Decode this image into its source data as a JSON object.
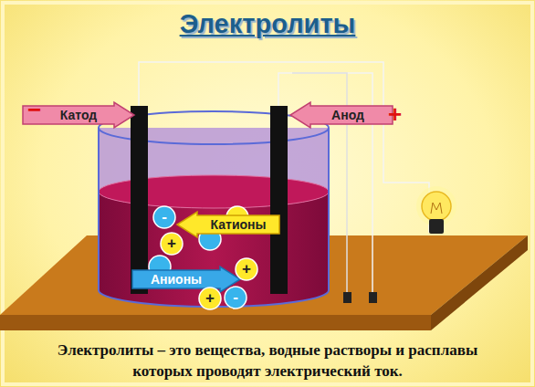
{
  "diagram": {
    "title": "Электролиты",
    "caption": "Электролиты – это вещества, водные растворы и расплавы которых проводят электрический ток.",
    "nodes": [
      {
        "text": [
          "Катод"
        ]
      },
      {
        "text": [
          "Анод"
        ]
      },
      {
        "text": [
          "Катионы"
        ]
      },
      {
        "text": [
          "Анионы"
        ]
      },
      {
        "text": [
          "-"
        ]
      },
      {
        "text": [
          "+"
        ]
      },
      {
        "text": [
          "+"
        ]
      },
      {
        "text": [
          "+"
        ]
      },
      {
        "text": [
          "-"
        ]
      }
    ],
    "labels": [
      "−",
      "+"
    ]
  }
}
